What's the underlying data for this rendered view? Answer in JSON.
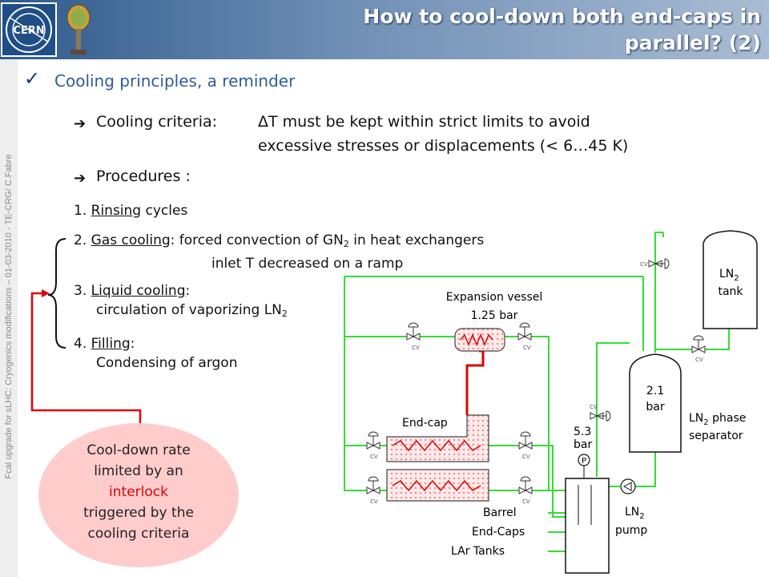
{
  "header": {
    "title_line1": "How to cool-down both end-caps in",
    "title_line2": "parallel? (2)",
    "logo_cern": "CERN"
  },
  "sidebar": {
    "footer": "Fcal upgrade for sLHC: Cryogenics modifications – 01-03-2010  - TE-CRG/ C.Fabre"
  },
  "section": {
    "heading": "Cooling principles, a reminder"
  },
  "criteria": {
    "label": "Cooling criteria:",
    "line1": "ΔT must be kept within strict limits to avoid",
    "line2": "excessive stresses or displacements (< 6…45 K)"
  },
  "procedures": {
    "label": "Procedures :",
    "items": [
      {
        "num": "1.",
        "name": "Rinsing",
        "rest": " cycles"
      },
      {
        "num": "2.",
        "name": "Gas cooling",
        "rest": ": forced convection of GN",
        "sub": "2",
        "rest2": " in heat exchangers",
        "line2": "inlet T decreased on a ramp"
      },
      {
        "num": "3.",
        "name": "Liquid cooling",
        "rest": ":",
        "line2": "circulation of vaporizing LN",
        "sub2": "2"
      },
      {
        "num": "4.",
        "name": "Filling",
        "rest": ":",
        "line2": "Condensing of argon"
      }
    ]
  },
  "bubble": {
    "line1": "Cool-down rate",
    "line2": "limited by an",
    "line3": "interlock",
    "line4": "triggered by the",
    "line5": "cooling criteria"
  },
  "diagram": {
    "ln2_tank": "LN",
    "ln2_tank_sub": "2",
    "ln2_tank_label2": "tank",
    "expansion_vessel": "Expansion vessel",
    "expansion_pressure": "1.25 bar",
    "separator_pressure_1": "2.1",
    "separator_pressure_2": "bar",
    "phase_separator_1": "LN",
    "phase_separator_sub": "2",
    "phase_separator_1b": " phase",
    "phase_separator_2": "separator",
    "endcap": "End-cap",
    "pump_pressure_1": "5.3",
    "pump_pressure_2": "bar",
    "pressure_gauge": "P",
    "pump_1": "LN",
    "pump_sub": "2",
    "pump_2": "pump",
    "barrel": "Barrel",
    "endcaps": "End-Caps",
    "lar_tanks": "LAr Tanks",
    "valve_label": "CV",
    "colors": {
      "gas_line": "#33dd33",
      "liquid_line": "#e00000",
      "heater": "#ff4444"
    }
  }
}
